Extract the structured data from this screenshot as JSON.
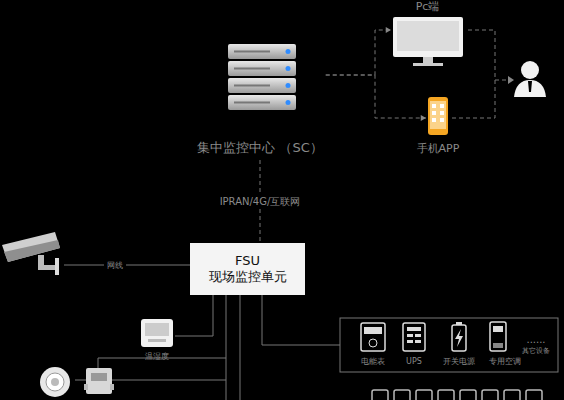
{
  "diagram": {
    "nodes": [
      {
        "text": [
          "集中监控中心 （SC）"
        ]
      },
      {
        "text": [
          "Pc端"
        ]
      },
      {
        "text": [
          "手机APP"
        ]
      },
      {
        "text": [
          "FSU",
          "现场监控单元"
        ]
      },
      {
        "text": [
          "温湿度"
        ]
      },
      {
        "text": [
          "电能表"
        ]
      },
      {
        "text": [
          "UPS"
        ]
      },
      {
        "text": [
          "开关电源"
        ]
      },
      {
        "text": [
          "专用空调"
        ]
      },
      {
        "text": [
          "......",
          "其它设备"
        ]
      }
    ],
    "edges": [
      {
        "from": 0,
        "to": 1,
        "arrow": "to"
      },
      {
        "from": 0,
        "to": 2,
        "arrow": "to"
      },
      {
        "from": 0,
        "to": 3,
        "label": "IPRAN/4G/互联网",
        "arrow": "none"
      },
      {
        "from": 3,
        "to": 4,
        "arrow": "none"
      }
    ],
    "labels": [
      "网线"
    ]
  }
}
